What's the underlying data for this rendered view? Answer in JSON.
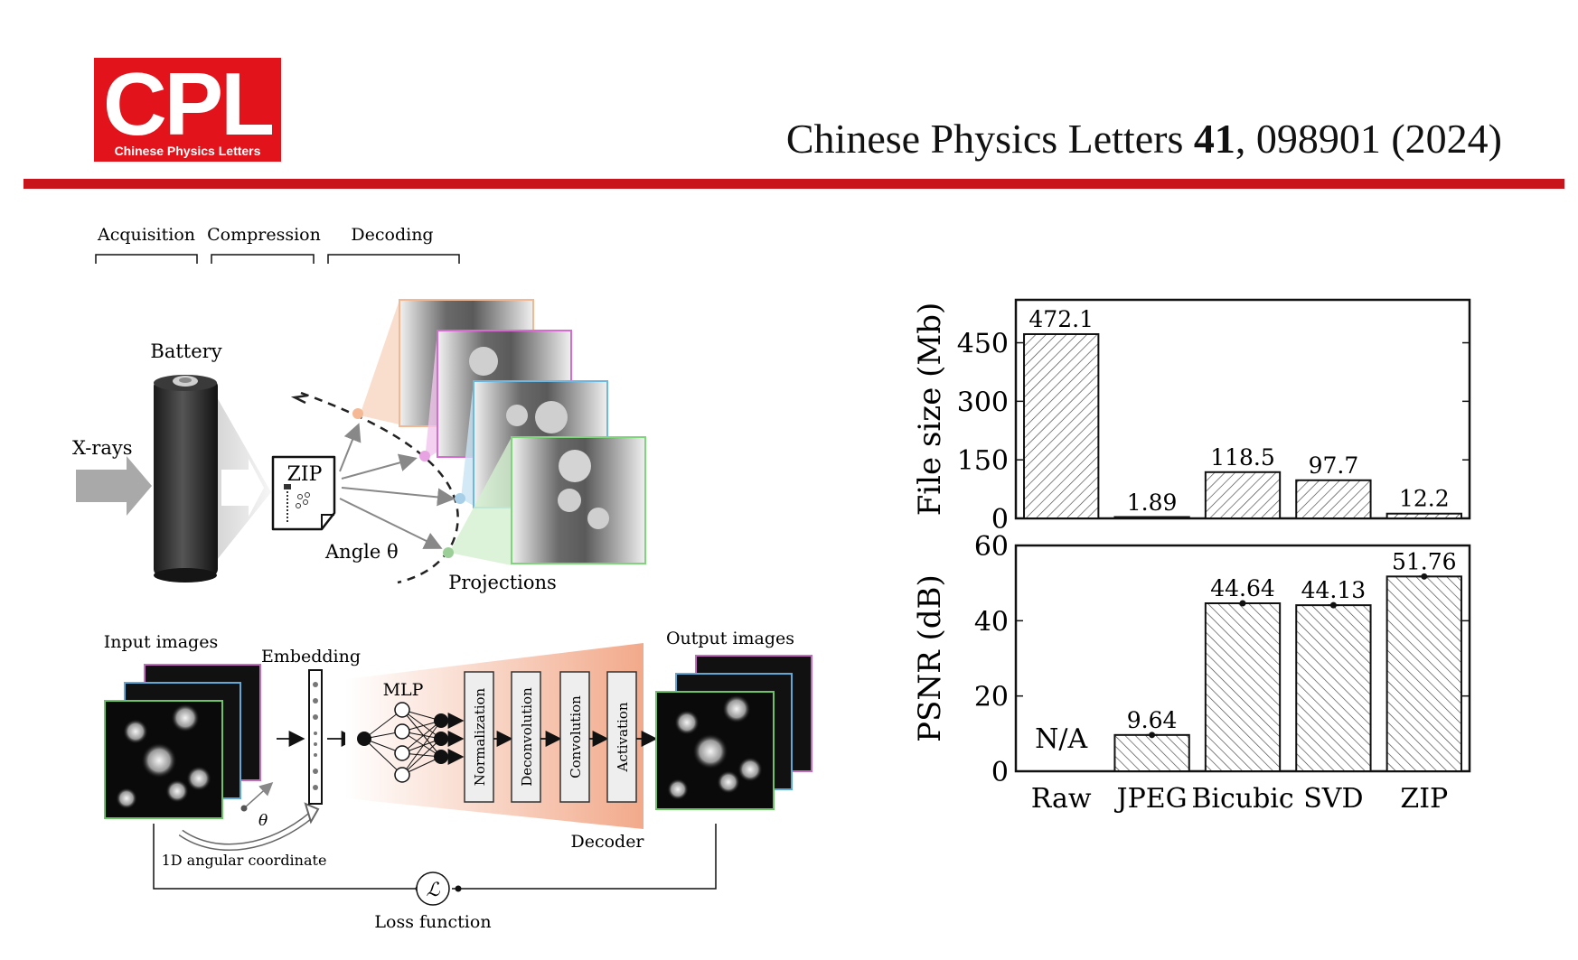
{
  "header": {
    "logo_text": "CPL",
    "logo_subtitle": "Chinese Physics Letters",
    "journal_name": "Chinese Physics Letters",
    "volume": "41",
    "citation_rest": ", 098901 (2024)",
    "brand_color": "#e2131b"
  },
  "schematic": {
    "stages": [
      "Acquisition",
      "Compression",
      "Decoding"
    ],
    "battery_label": "Battery",
    "xrays_label": "X-rays",
    "zip_label": "ZIP",
    "angle_label": "Angle θ",
    "projections_label": "Projections"
  },
  "network": {
    "input_label": "Input images",
    "embedding_label": "Embedding",
    "mlp_label": "MLP",
    "layers": [
      "Normalization",
      "Deconvolution",
      "Convolution",
      "Activation"
    ],
    "output_label": "Output images",
    "decoder_label": "Decoder",
    "theta_label": "θ",
    "coordinate_label": "1D angular coordinate",
    "loss_symbol": "ℒ",
    "loss_label": "Loss function"
  },
  "chart_data": [
    {
      "type": "bar",
      "categories": [
        "Raw",
        "JPEG",
        "Bicubic",
        "SVD",
        "ZIP"
      ],
      "values": [
        472.1,
        1.89,
        118.5,
        97.7,
        12.2
      ],
      "value_labels": [
        "472.1",
        "1.89",
        "118.5",
        "97.7",
        "12.2"
      ],
      "ylabel": "File size (Mb)",
      "yticks": [
        "0",
        "150",
        "300",
        "450"
      ],
      "ylim": [
        0,
        560
      ]
    },
    {
      "type": "bar",
      "categories": [
        "Raw",
        "JPEG",
        "Bicubic",
        "SVD",
        "ZIP"
      ],
      "values": [
        null,
        9.64,
        44.64,
        44.13,
        51.76
      ],
      "value_labels": [
        "N/A",
        "9.64",
        "44.64",
        "44.13",
        "51.76"
      ],
      "ylabel": "PSNR (dB)",
      "yticks": [
        "0",
        "20",
        "40",
        "60"
      ],
      "ylim": [
        0,
        60
      ]
    }
  ]
}
